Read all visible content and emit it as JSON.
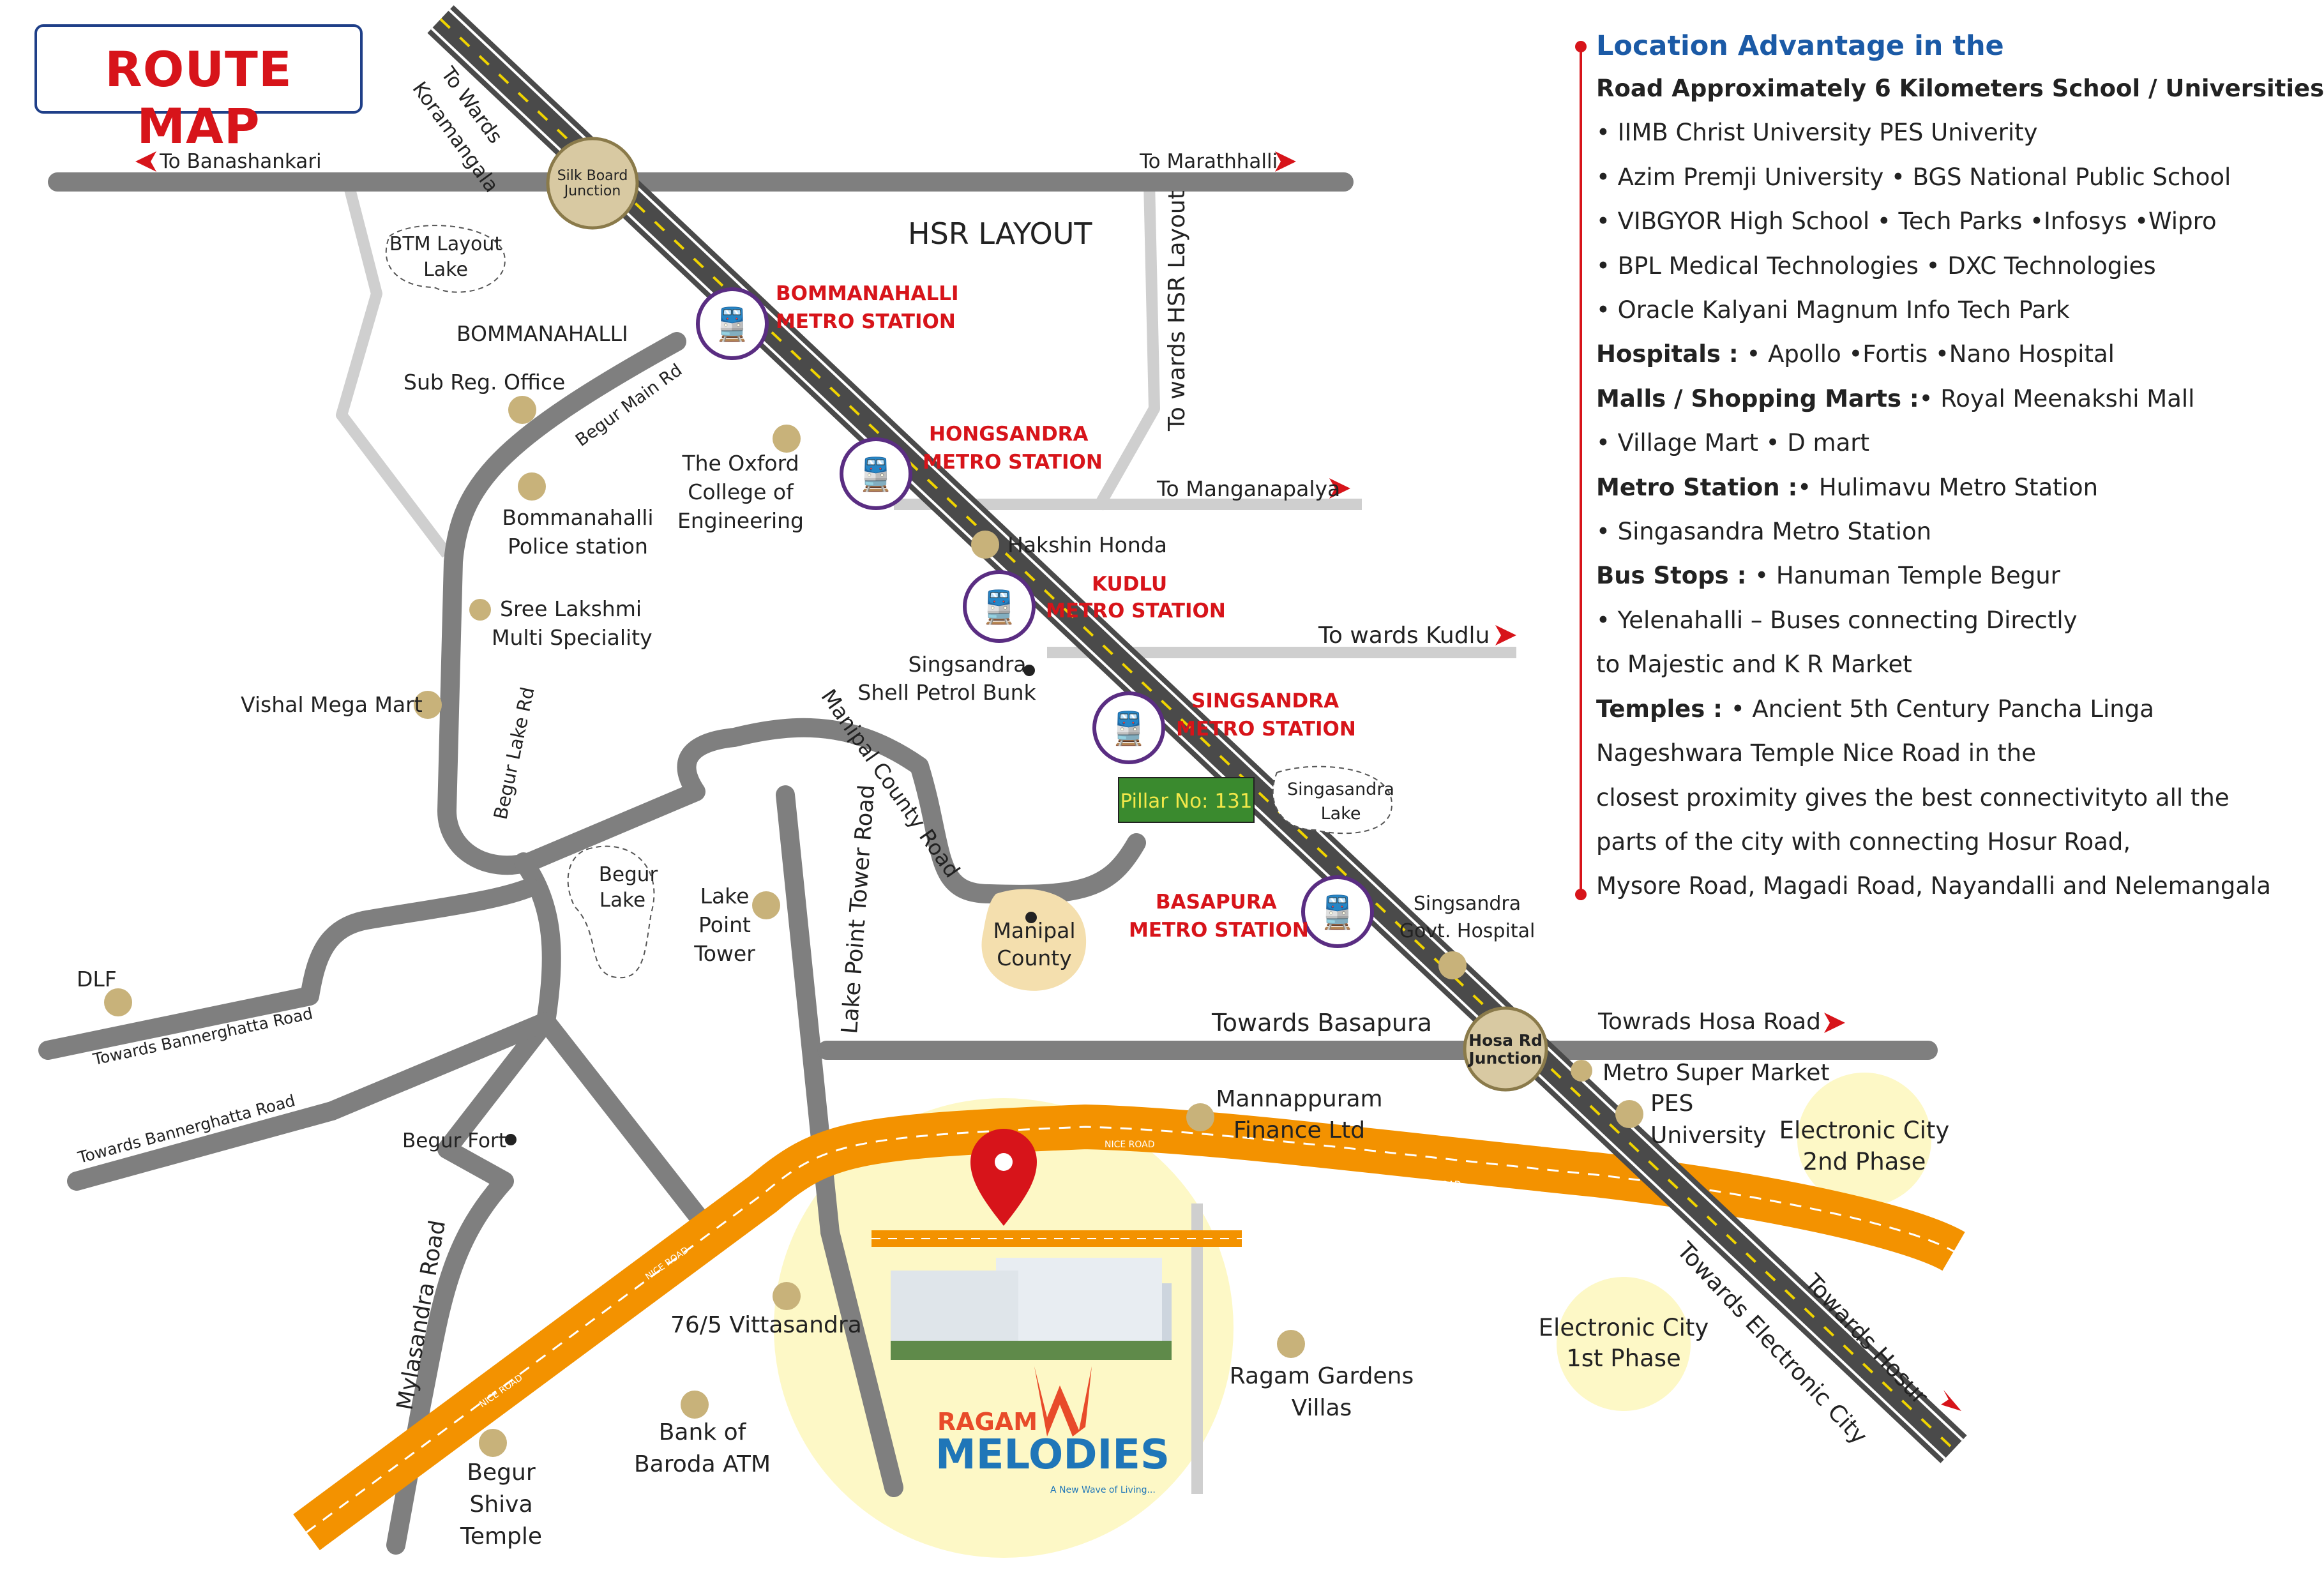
{
  "title": "ROUTE MAP",
  "colors": {
    "metro": "#5a2d82",
    "metro_label": "#d7141a",
    "road": "#7f7f7f",
    "nice_road": "#f39200",
    "info_heading": "#1b5aa6",
    "pillar_bg": "#3a8a2e",
    "highlight_circle": "#fdf8c6",
    "junction": "#d8c9a2"
  },
  "roads": {
    "banashankari": "To Banashankari",
    "marathhalli": "To Marathhalli",
    "koramangala_1": "To Wards",
    "koramangala_2": "Koramangala",
    "hsr_layout_road": "To wards HSR Layout",
    "manganapalya": "To Manganapalya",
    "kudlu": "To wards Kudlu",
    "begur_main": "Begur Main Rd",
    "begur_lake_rd": "Begur Lake Rd",
    "manipal_county_rd": "Manipal County Road",
    "lake_point_tower_rd": "Lake Point Tower Road",
    "bannerghatta_1": "Towards Bannerghatta Road",
    "bannerghatta_2": "Towards Bannerghatta Road",
    "basapura": "Towards Basapura",
    "hosa_road": "Towrads Hosa Road",
    "mylasandra_rd": "Mylasandra Road",
    "electronic_city_road": "Towards Electronic City",
    "hosur": "Towards Hosur",
    "nice_road_marks": [
      "NICE ROAD",
      "NICE ROAD",
      "NICE ROAD",
      "NICE ROAD"
    ]
  },
  "junctions": {
    "silk_board_1": "Silk Board",
    "silk_board_2": "Junction",
    "hosa_rd_1": "Hosa Rd",
    "hosa_rd_2": "Junction"
  },
  "metro_stations": [
    {
      "name_1": "BOMMANAHALLI",
      "name_2": "METRO STATION"
    },
    {
      "name_1": "HONGSANDRA",
      "name_2": "METRO STATION"
    },
    {
      "name_1": "KUDLU",
      "name_2": "METRO STATION"
    },
    {
      "name_1": "SINGSANDRA",
      "name_2": "METRO STATION"
    },
    {
      "name_1": "BASAPURA",
      "name_2": "METRO STATION"
    }
  ],
  "areas": {
    "hsr_layout": "HSR LAYOUT",
    "bommanahalli": "BOMMANAHALLI",
    "btm_lake_1": "BTM Layout",
    "btm_lake_2": "Lake",
    "begur_lake_1": "Begur",
    "begur_lake_2": "Lake",
    "singasandra_lake_1": "Singasandra",
    "singasandra_lake_2": "Lake",
    "manipal_county_1": "Manipal",
    "manipal_county_2": "County",
    "ec_2nd_1": "Electronic City",
    "ec_2nd_2": "2nd Phase",
    "ec_1st_1": "Electronic City",
    "ec_1st_2": "1st Phase"
  },
  "landmarks": {
    "sub_reg_office": "Sub Reg. Office",
    "police_1": "Bommanahalli",
    "police_2": "Police station",
    "sree_lakshmi_1": "Sree Lakshmi",
    "sree_lakshmi_2": "Multi Speciality",
    "vishal": "Vishal Mega Mart",
    "oxford_1": "The Oxford",
    "oxford_2": "College of",
    "oxford_3": "Engineering",
    "hakshin": "Hakshin Honda",
    "shell_1": "Singsandra",
    "shell_2": "Shell Petrol Bunk",
    "pillar": "Pillar No: 131",
    "dlf": "DLF",
    "lake_point_1": "Lake",
    "lake_point_2": "Point",
    "lake_point_3": "Tower",
    "govt_hosp_1": "Singsandra",
    "govt_hosp_2": "Govt. Hospital",
    "metro_super": "Metro Super Market",
    "pes_1": "PES",
    "pes_2": "University",
    "mannappuram_1": "Mannappuram",
    "mannappuram_2": "Finance Ltd",
    "begur_fort": "Begur Fort",
    "vittasandra": "76/5 Vittasandra",
    "bank_1": "Bank of",
    "bank_2": "Baroda ATM",
    "ragam_gardens_1": "Ragam Gardens",
    "ragam_gardens_2": "Villas",
    "shiva_1": "Begur",
    "shiva_2": "Shiva",
    "shiva_3": "Temple"
  },
  "project": {
    "brand_1": "RAGAM",
    "brand_2": "MELODIES",
    "tagline": "A New Wave of Living..."
  },
  "info": {
    "heading": "Location Advantage in the",
    "lines": [
      {
        "label": "",
        "text": "Road Approximately 6 Kilometers School / Universities",
        "bold_all": true
      },
      {
        "label": "",
        "text": "• IIMB Christ University  PES Univerity"
      },
      {
        "label": "",
        "text": "• Azim Premji University • BGS National Public School"
      },
      {
        "label": "",
        "text": "• VIBGYOR High School • Tech Parks •Infosys  •Wipro"
      },
      {
        "label": "",
        "text": "• BPL Medical Technologies • DXC Technologies"
      },
      {
        "label": "",
        "text": "• Oracle Kalyani Magnum Info Tech Park"
      },
      {
        "label": "Hospitals : ",
        "text": "• Apollo •Fortis •Nano Hospital"
      },
      {
        "label": "Malls / Shopping Marts :",
        "text": "• Royal Meenakshi Mall"
      },
      {
        "label": "",
        "text": "• Village Mart • D mart"
      },
      {
        "label": "Metro Station :",
        "text": "• Hulimavu Metro Station"
      },
      {
        "label": "",
        "text": "• Singasandra Metro Station"
      },
      {
        "label": "Bus Stops : ",
        "text": "• Hanuman Temple Begur"
      },
      {
        "label": "",
        "text": "• Yelenahalli – Buses connecting Directly"
      },
      {
        "label": "",
        "text": "to Majestic and K R Market"
      },
      {
        "label": "Temples : ",
        "text": "• Ancient 5th Century Pancha Linga"
      },
      {
        "label": "",
        "text": "Nageshwara Temple Nice Road in the"
      },
      {
        "label": "",
        "text": "closest proximity gives the best connectivityto all the"
      },
      {
        "label": "",
        "text": "parts of the city with connecting Hosur Road,"
      },
      {
        "label": "",
        "text": "Mysore Road, Magadi Road, Nayandalli and Nelemangala"
      }
    ]
  }
}
